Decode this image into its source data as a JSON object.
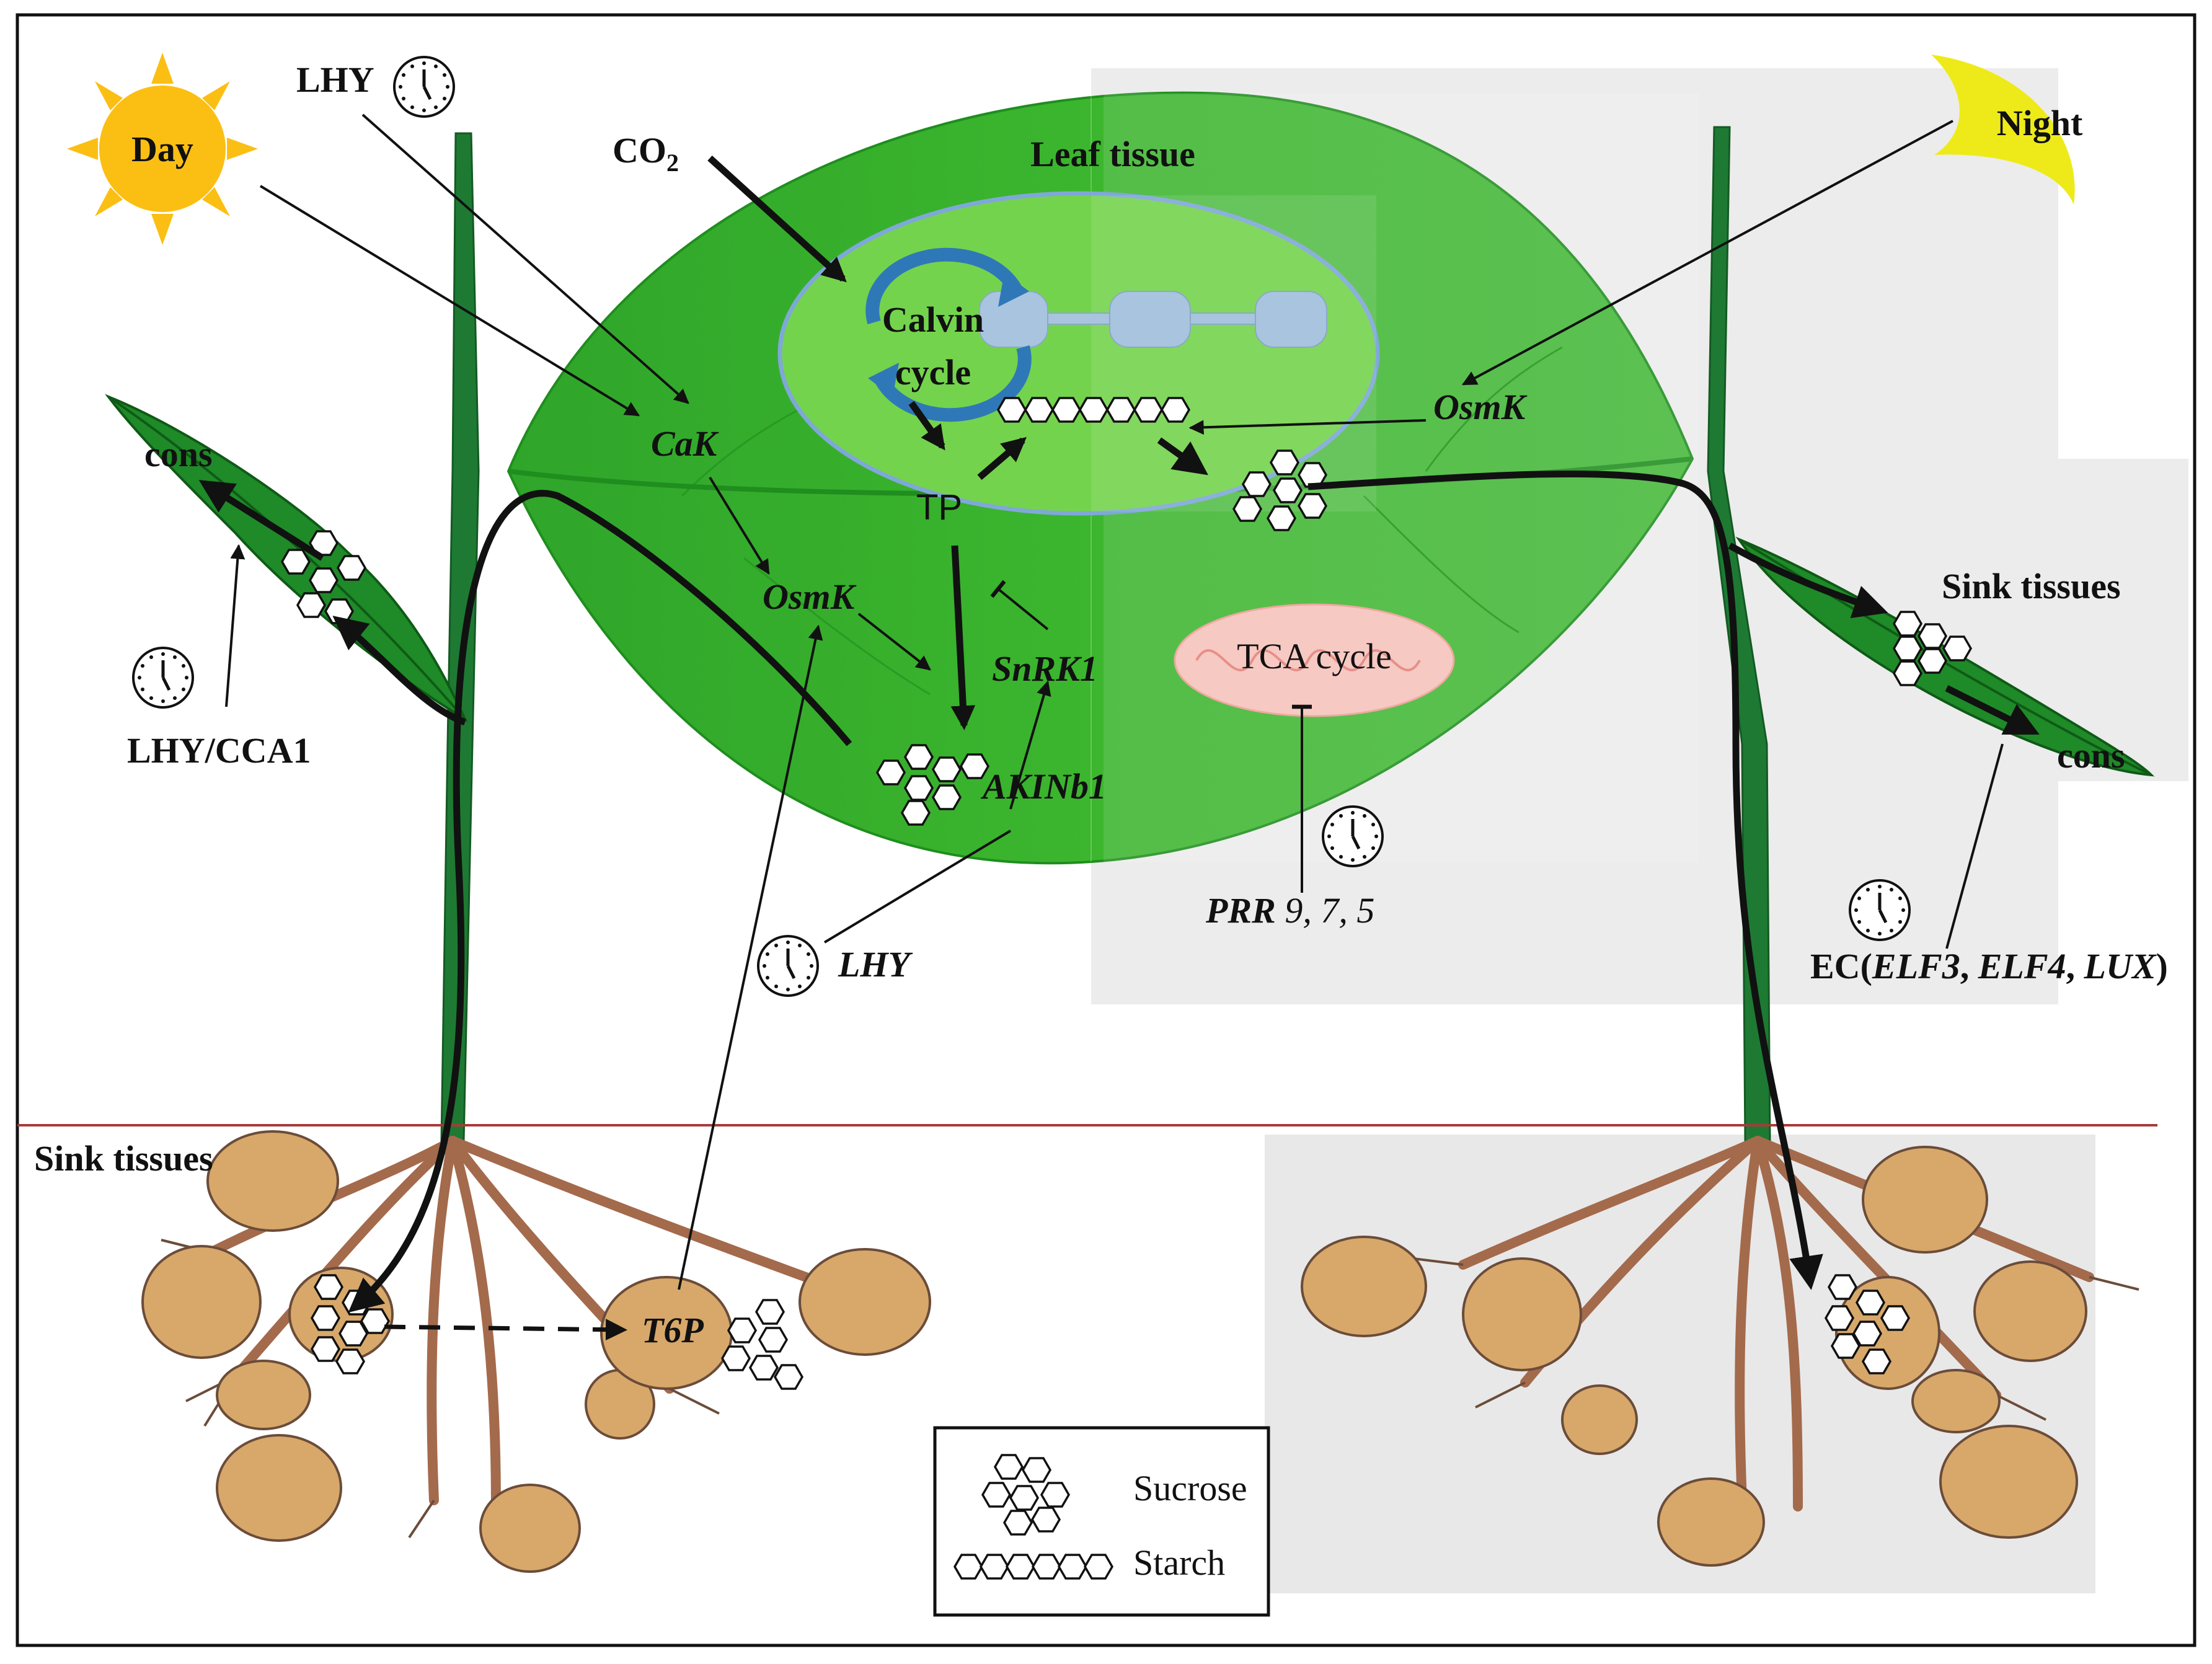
{
  "labels": {
    "day": "Day",
    "night": "Night",
    "lhy_top": "LHY",
    "co2_main": "CO",
    "co2_sub": "2",
    "leaf_tissue": "Leaf tissue",
    "calvin_1": "Calvin",
    "calvin_2": "cycle",
    "tp": "TP",
    "cak": "CaK",
    "osmk_left": "OsmK",
    "osmk_right": "OsmK",
    "snrk1": "SnRK1",
    "akinb1": "AKINb1",
    "tca": "TCA cycle",
    "prr_name": "PRR",
    "prr_nums": " 9, 7, 5",
    "lhy_mid": "LHY",
    "lhy_cca1": "LHY/CCA1",
    "cons_left": "cons",
    "cons_right": "cons",
    "sink_right": "Sink tissues",
    "sink_left": "Sink tissues",
    "t6p": "T6P",
    "ec_prefix": "EC(",
    "ec_elf3": "ELF3",
    "ec_sep1": ", ",
    "ec_elf4": "ELF4",
    "ec_sep2": ", ",
    "ec_lux": "LUX",
    "ec_suffix": ")"
  },
  "legend": {
    "sucrose": "Sucrose",
    "starch": "Starch"
  },
  "colors": {
    "leaf": "#3cb62e",
    "leaf_dark": "#1f8e1e",
    "chloroplast": "#72d24a",
    "stem": "#1e7a33",
    "tuber": "#d7a86a",
    "root": "#a46a4c",
    "sun": "#fbbf14",
    "moon": "#eeea1a",
    "mito": "#f6c9c3",
    "divider": "#a83a3a",
    "night_panel": "#e9e9e9"
  },
  "icons": {
    "clock": "clock-icon",
    "sun": "sun-icon",
    "moon": "moon-icon"
  }
}
